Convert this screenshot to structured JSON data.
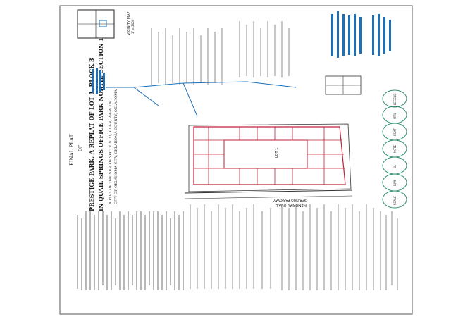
{
  "plat": {
    "heading_final": "FINAL PLAT",
    "heading_of": "OF",
    "title_line1": "PRESTIGE PARK, A REPLAT OF LOT 1, BLOCK 3",
    "title_line2": "IN QUAIL SPRINGS OFFICE PARK NORTH, SECTION 1",
    "subtitle_line1": "A PART OF THE NE/4 OF SECTION 22, T-13-N, R-4-W, I.M.",
    "subtitle_line2": "CITY OF OKLAHOMA CITY, OKLAHOMA COUNTY, OKLAHOMA",
    "vicinity_label": "VICINITY MAP",
    "vicinity_scale": "1\" = 2000'",
    "parkway_line1": "MEMORIAL QUAIL",
    "parkway_line2": "SPRINGS PARKWAY",
    "lot_center": "LOT 1"
  },
  "colors": {
    "ink": "#1a1a1a",
    "lot_lines": "#c0203a",
    "annotation_blue": "#1d6fb8",
    "legend_green": "#2f8f6a"
  },
  "legend_circles": [
    {
      "label": "LEGEND"
    },
    {
      "label": "UTIL"
    },
    {
      "label": "ESMT"
    },
    {
      "label": "NOTE"
    },
    {
      "label": "BL"
    },
    {
      "label": "R/W"
    },
    {
      "label": "SCALE"
    }
  ]
}
